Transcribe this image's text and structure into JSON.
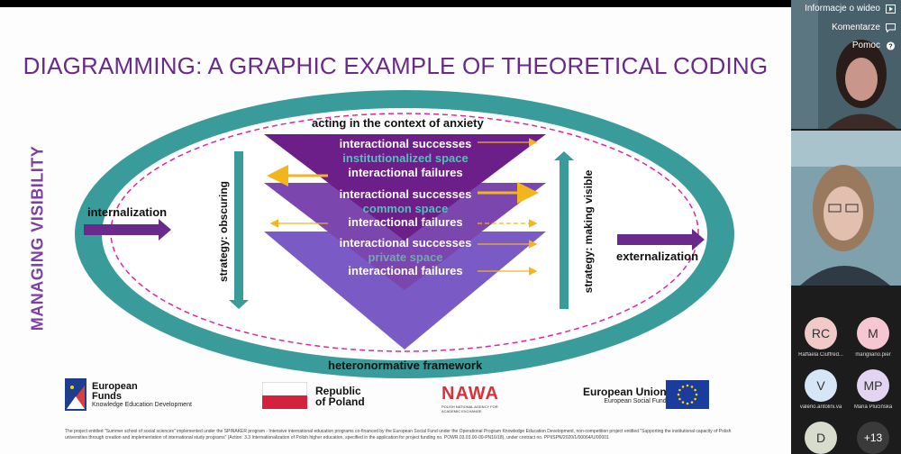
{
  "slide": {
    "title": "DIAGRAMMING: A GRAPHIC EXAMPLE OF THEORETICAL CODING",
    "side_label": "MANAGING VISIBILITY",
    "context_top": "acting in the context of anxiety",
    "context_bottom": "heteronormative framework",
    "left_arrow_label": "internalization",
    "right_arrow_label": "externalization",
    "strategy_left": "strategy: obscuring",
    "strategy_right": "strategy: making visible",
    "levels": [
      {
        "successes": "interactional successes",
        "space": "institutionalized space",
        "failures": "interactional failures"
      },
      {
        "successes": "interactional successes",
        "space": "common space",
        "failures": "interactional failures"
      },
      {
        "successes": "interactional successes",
        "space": "private space",
        "failures": "interactional failures"
      }
    ],
    "logos": {
      "eu_funds_title": "European\nFunds",
      "eu_funds_sub": "Knowledge Education Development",
      "poland": "Republic\nof Poland",
      "nawa": "NAWA",
      "nawa_sub": "POLISH NATIONAL AGENCY FOR ACADEMIC EXCHANGE",
      "eu_union": "European Union",
      "eu_union_sub": "European Social Fund"
    },
    "footnote": "The project entitled \"Summer school of social sciences\" implemented under the SPINAKER program - Intensive international education programs co-financed by the European Social Fund under the Operational Program Knowledge Education Development, non-competition project entitled \"Supporting the institutional capacity of Polish universities through creation and implementation of international study programs\" (Action: 3.3 Internationalization of Polish higher education, specified in the application for project funding no. POWR.03.03.00-00-PN16/18), under contract no. PPI/SPN/2020/1/00064/U/00001"
  },
  "sidebar": {
    "menu": [
      {
        "label": "Informacje o wideo",
        "icon": "play-icon"
      },
      {
        "label": "Komentarze",
        "icon": "comment-icon"
      },
      {
        "label": "Pomoc",
        "icon": "help-icon"
      }
    ],
    "participants": [
      {
        "initials": "RC",
        "name": "Raffaela Ciuffred...",
        "color": "#f2c9c9"
      },
      {
        "initials": "M",
        "name": "marigliano.pier",
        "color": "#f6c6d3"
      },
      {
        "initials": "V",
        "name": "valerio.antolini.va",
        "color": "#d6e6f7"
      },
      {
        "initials": "MP",
        "name": "Maria Plucińska",
        "color": "#e3d5f2"
      },
      {
        "initials": "D",
        "name": "",
        "color": "#d7dccd"
      },
      {
        "initials": "+13",
        "name": "",
        "color": "#3a3a3a"
      }
    ]
  },
  "colors": {
    "title": "#6a2a8c",
    "teal": "#3a9c9a",
    "purple_dark": "#6c1f88",
    "purple_mid": "#7b3fa6",
    "purple_light": "#7e5bc7",
    "arrow": "#6a2a8c",
    "yellow": "#f2b51c"
  }
}
